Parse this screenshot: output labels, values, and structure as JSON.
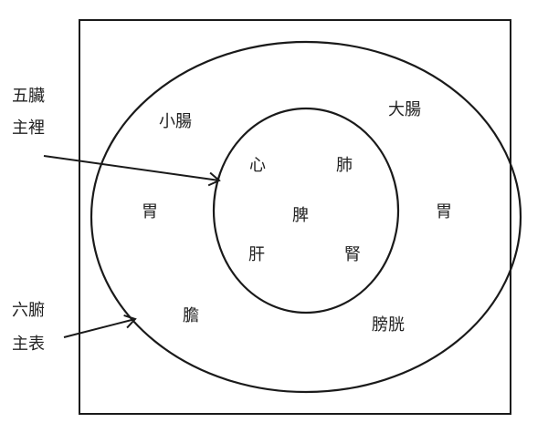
{
  "outer_callout": {
    "line1": "五臟",
    "line2": "主裡"
  },
  "inner_callout": {
    "line1": "六腑",
    "line2": "主表"
  },
  "outer_ring": {
    "small_intestine": "小腸",
    "large_intestine": "大腸",
    "stomach_left": "胃",
    "stomach_right": "胃",
    "gallbladder": "膽",
    "bladder": "膀胱"
  },
  "inner_circle": {
    "heart": "心",
    "lung": "肺",
    "spleen": "脾",
    "liver": "肝",
    "kidney": "腎"
  },
  "colors": {
    "stroke": "#1a1a1a",
    "text": "#222222",
    "background": "#ffffff"
  }
}
